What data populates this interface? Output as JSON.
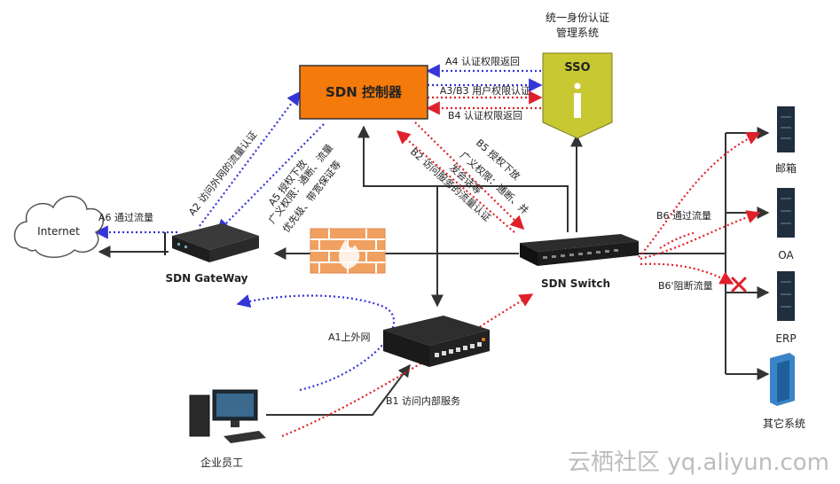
{
  "sso": {
    "title_line1": "统一身份认证",
    "title_line2": "管理系统",
    "label": "SSO"
  },
  "controller": {
    "label": "SDN 控制器"
  },
  "gateway": {
    "label": "SDN GateWay"
  },
  "switch": {
    "label": "SDN Switch"
  },
  "internet": {
    "label": "Internet"
  },
  "employee": {
    "label": "企业员工"
  },
  "servers": [
    {
      "label": "邮箱"
    },
    {
      "label": "OA"
    },
    {
      "label": "ERP"
    },
    {
      "label": "其它系统"
    }
  ],
  "flows": {
    "a1": "A1上外网",
    "a2": "A2 访问外网的流量认证",
    "a3b3": "A3/B3 用户权限认证",
    "a4": "A4 认证权限返回",
    "a5_line1": "A5 授权下放",
    "a5_line2": "广义权限：通断、流量",
    "a5_line3": "优先级、带宽保证等",
    "a6": "A6 通过流量",
    "b1": "B1 访问内部服务",
    "b2": "B2 访问服务的流量认证",
    "b4": "B4 认证权限返回",
    "b5_line1": "B5 授权下放",
    "b5_line2": "广义权限：通断、并",
    "b5_line3": "发会话等",
    "b6": "B6 通过流量",
    "b6_block": "B6'阻断流量"
  },
  "watermark": "云栖社区 yq.aliyun.com",
  "colors": {
    "controller": "#f47a0c",
    "sso": "#c8c832",
    "blue": "#3535d8",
    "red": "#e0202a",
    "line": "#333333"
  }
}
